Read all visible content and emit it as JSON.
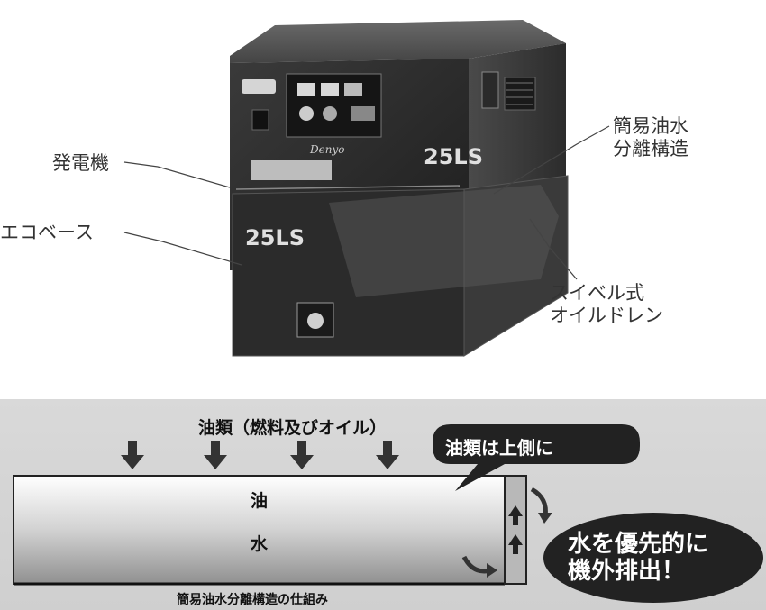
{
  "photo": {
    "labels": {
      "generator": "発電機",
      "ecobase": "エコベース",
      "separator": "簡易油水\n分離構造",
      "drain": "スイベル式\nオイルドレン"
    },
    "panel_brand": "Denyo",
    "model": "25LS"
  },
  "diagram": {
    "oil_types": "油類（燃料及びオイル）",
    "bubble_top": "油類は上側に",
    "oil_label": "油",
    "water_label": "水",
    "bubble_right": "水を優先的に\n機外排出！",
    "caption": "簡易油水分離構造の仕組み"
  }
}
